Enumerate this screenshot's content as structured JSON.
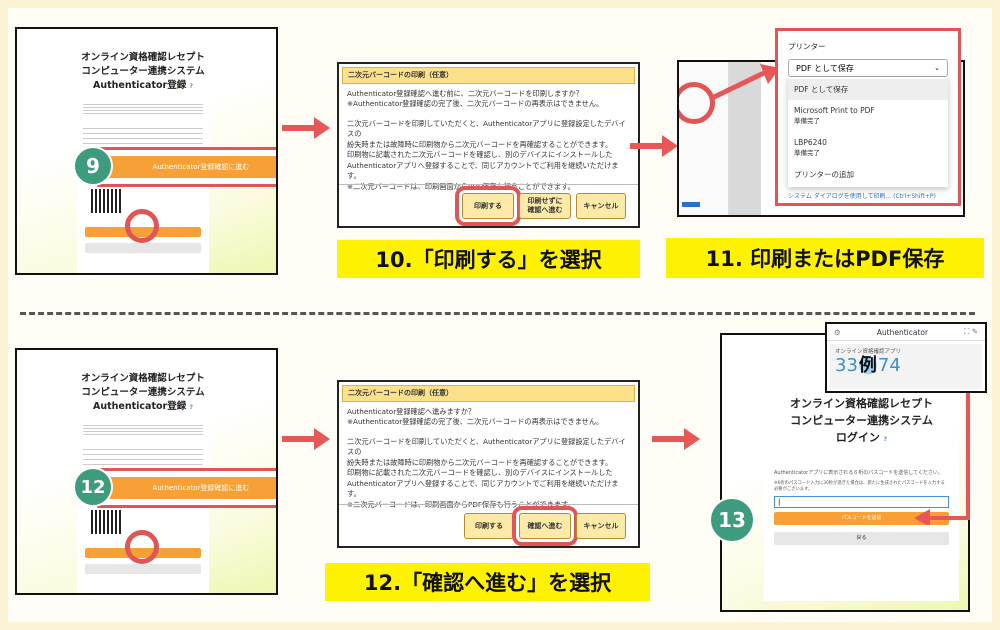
{
  "step9": {
    "badge": "9",
    "title_lines": [
      "オンライン資格確認レセプト",
      "コンピューター連携システム",
      "Authenticator登録"
    ],
    "help": "?",
    "confirm_button": "Authenticator登録確認に進む"
  },
  "step10": {
    "dialog_title": "二次元バーコードの印刷（任意）",
    "body_lines": [
      "Authenticator登録確認へ進む前に、二次元バーコードを印刷しますか？",
      "※Authenticator登録確認の完了後、二次元バーコードの再表示はできません。",
      "",
      "二次元バーコードを印刷していただくと、Authenticatorアプリに登録設定したデバイスの",
      "紛失時または故障時に印刷物から二次元バーコードを再確認することができます。",
      "印刷物に記載された二次元バーコードを確認し、別のデバイスにインストールした",
      "Authenticatorアプリへ登録することで、同じアカウントでご利用を継続いただけます。",
      "※二次元バーコードは、印刷画面からPDF保存も行うことができます。"
    ],
    "buttons": [
      "印刷する",
      "印刷せずに\n確認へ進む",
      "キャンセル"
    ],
    "caption": "10.「印刷する」を選択"
  },
  "step11": {
    "printer_label": "プリンター",
    "selected": "PDF として保存",
    "options": [
      {
        "name": "PDF として保存",
        "status": ""
      },
      {
        "name": "Microsoft Print to PDF",
        "status": "準備完了"
      },
      {
        "name": "LBP6240",
        "status": "準備完了"
      },
      {
        "name": "プリンターの追加",
        "status": ""
      }
    ],
    "system_dialog_link": "システム ダイアログを使用して印刷... (Ctrl+Shift+P)",
    "caption": "11. 印刷またはPDF保存"
  },
  "step12": {
    "badge": "12",
    "title_lines": [
      "オンライン資格確認レセプト",
      "コンピューター連携システム",
      "Authenticator登録"
    ],
    "help": "?",
    "confirm_button": "Authenticator登録確認に進む",
    "dialog_title": "二次元バーコードの印刷（任意）",
    "body_lines": [
      "Authenticator登録確認へ進みますか？",
      "※Authenticator登録確認の完了後、二次元バーコードの再表示はできません。",
      "",
      "二次元バーコードを印刷していただくと、Authenticatorアプリに登録設定したデバイスの",
      "紛失時または故障時に印刷物から二次元バーコードを再確認することができます。",
      "印刷物に記載された二次元バーコードを確認し、別のデバイスにインストールした",
      "Authenticatorアプリへ登録することで、同じアカウントでご利用を継続いただけます。",
      "※二次元バーコードは、印刷画面からPDF保存も行うことができます。"
    ],
    "buttons": [
      "印刷する",
      "確認へ進む",
      "キャンセル"
    ],
    "caption": "12.「確認へ進む」を選択"
  },
  "step13": {
    "badge": "13",
    "app_title": "Authenticator",
    "account_name": "オンライン資格確認アプリ",
    "code_left": "33",
    "code_mark": "例",
    "code_right": "74",
    "title_lines": [
      "オンライン資格確認レセプト",
      "コンピューター連携システム",
      "ログイン"
    ],
    "help": "?",
    "instruction": "Authenticatorアプリに表示される６桁のパスコードを送信してください。",
    "note": "※6桁のパスコード入力に30秒が過ぎた場合は、新たに生成されたパスコードを入力する必要がございます。",
    "input_value": "|",
    "submit_button": "パスコードを送信",
    "back_button": "戻る"
  }
}
